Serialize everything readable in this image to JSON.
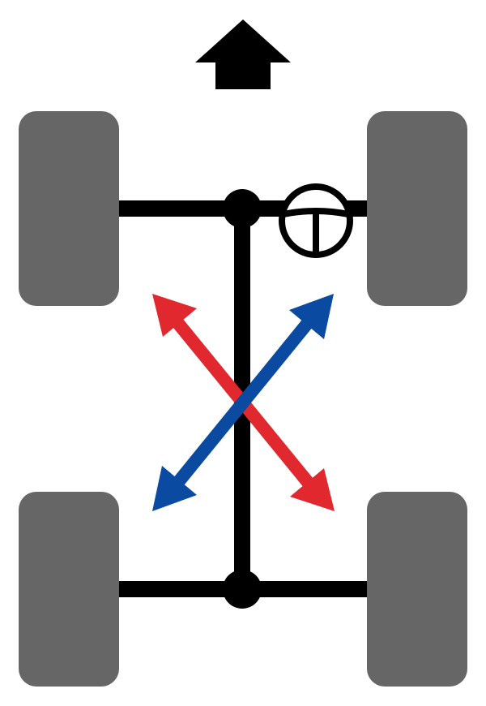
{
  "colors": {
    "background": "#ffffff",
    "wheel": "#666666",
    "frame": "#000000",
    "arrow_red": "#e0282e",
    "arrow_blue": "#0a4aa0"
  },
  "icons": {
    "direction": "forward-arrow-icon",
    "steering": "steering-wheel-icon"
  },
  "wheels": [
    "front-left",
    "front-right",
    "rear-left",
    "rear-right"
  ],
  "diagonal_arrows": [
    "red-diagonal-arrow",
    "blue-diagonal-arrow"
  ]
}
